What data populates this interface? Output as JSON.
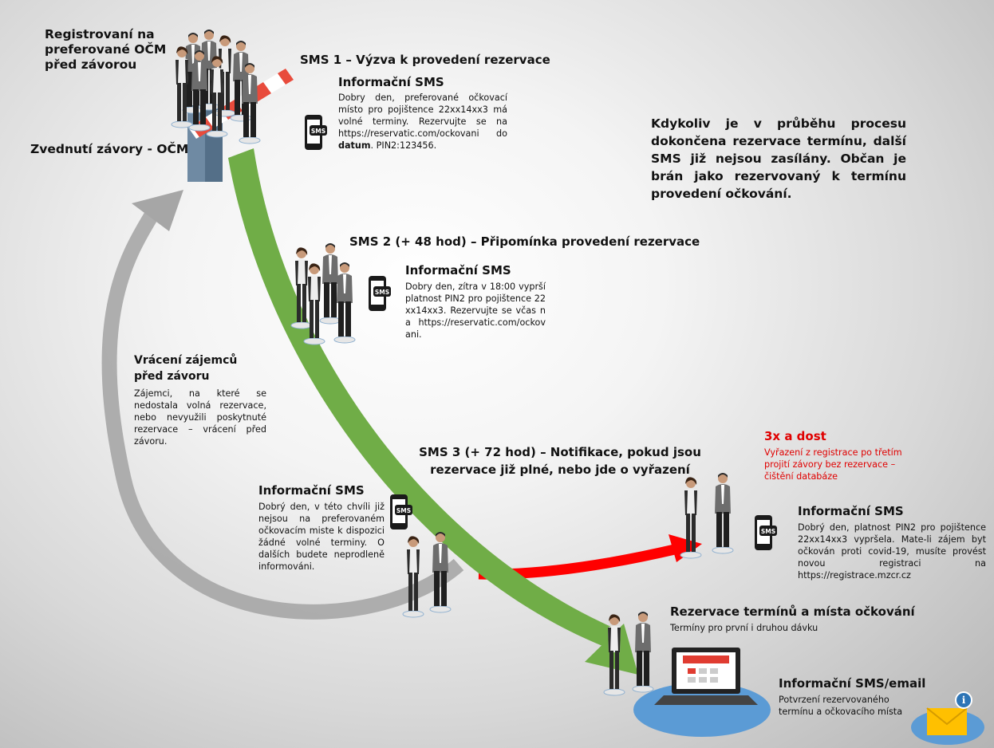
{
  "labels": {
    "registered": "Registrovaní na preferované OČM před závorou",
    "raise_barrier": "Zvednutí závory - OČM",
    "sms1_title": "SMS 1 – Výzva k provedení rezervace",
    "info_sms": "Informační SMS",
    "sms1_text_pre": "Dobry den, preferované očkovací místo pro pojištence 22xx14xx3 má volné terminy. Rezervujte se na https://reservatic.com/ockovani do ",
    "sms1_text_bold": "datum",
    "sms1_text_post": ". PIN2:123456.",
    "anytime_note": "Kdykoliv je v průběhu procesu dokončena rezervace termínu, další SMS již nejsou zasílány. Občan je brán jako rezervovaný k termínu provedení očkování.",
    "sms2_title": "SMS 2 (+ 48 hod) – Připomínka provedení rezervace",
    "sms2_text": "Dobry den, zítra v 18:00 vyprší platnost PIN2 pro pojištence 22xx14xx3. Rezervujte se včas na https://reservatic.com/ockovani.",
    "return_title": "Vrácení zájemců před závoru",
    "return_text": "Zájemci, na které se nedostala volná rezervace, nebo nevyužili poskytnuté rezervace – vrácení před závoru.",
    "sms3_title": "SMS 3 (+ 72 hod) – Notifikace, pokud jsou rezervace již plné, nebo jde o vyřazení",
    "sms3_text": "Dobrý den, v této chvíli již nejsou na preferovaném očkovacím miste k dispozici žádné volné terminy. O dalších budete neprodleně informováni.",
    "three_strikes_title": "3x a dost",
    "three_strikes_text": "Vyřazení z registrace po třetím projití závory bez rezervace – čištění databáze",
    "expired_text": "Dobrý den, platnost PIN2 pro pojištence 22xx14xx3 vypršela. Mate-li zájem byt očkován proti covid-19, musíte provést novou registraci na https://registrace.mzcr.cz",
    "reservation_title": "Rezervace termínů a místa očkování",
    "reservation_sub": "Termíny pro první i druhou dávku",
    "email_title": "Informační SMS/email",
    "email_text": "Potvrzení rezervovaného termínu a očkovacího místa",
    "sms_badge": "SMS"
  },
  "colors": {
    "green_arrow": "#70ad47",
    "gray_arrow": "#a9a9a9",
    "red_arrow": "#ff0000",
    "red_text": "#e00000",
    "platform_blue": "#5b9bd5",
    "envelope": "#ffc000"
  },
  "icons": [
    "phone-sms-icon",
    "barrier-icon",
    "people-group-icon",
    "laptop-calendar-icon",
    "envelope-info-icon"
  ]
}
